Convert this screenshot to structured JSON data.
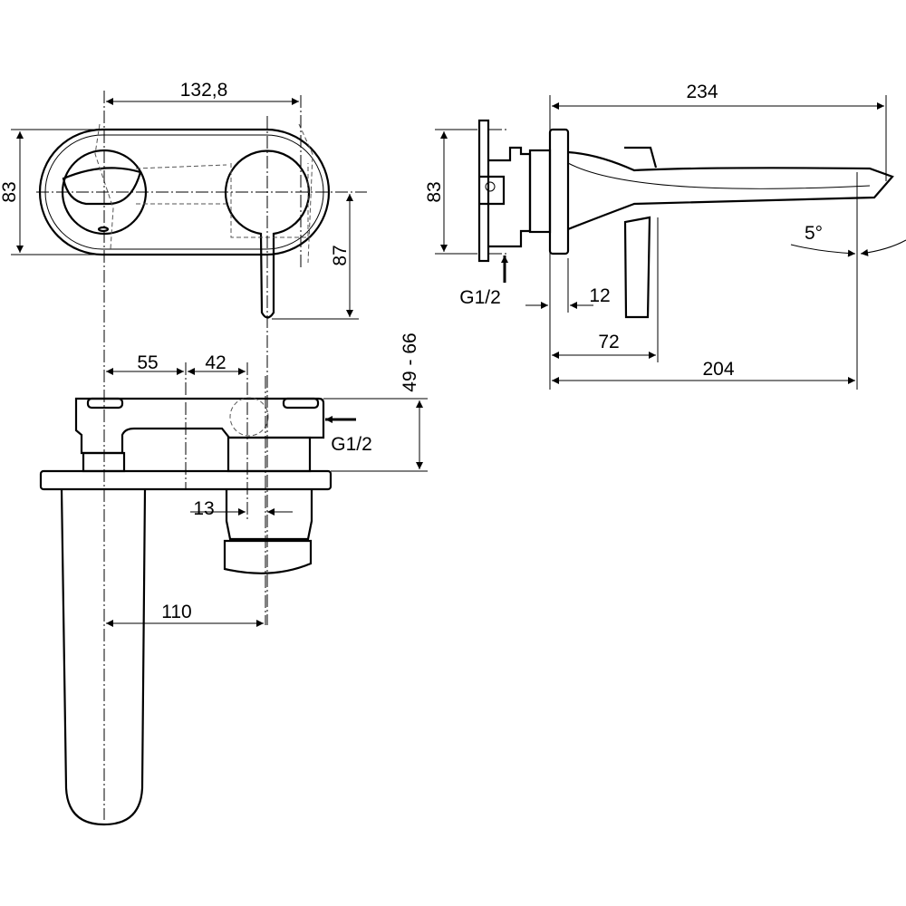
{
  "front_view": {
    "width_dim": "132,8",
    "height_dim": "83",
    "lever_dim": "87"
  },
  "side_view": {
    "projection_dim": "234",
    "height_dim": "83",
    "inlet_label": "G1/2",
    "plate_dim": "12",
    "lever_dim": "72",
    "spout_dim": "204",
    "angle_dim": "5°"
  },
  "top_view": {
    "spacing_left_dim": "55",
    "spacing_right_dim": "42",
    "depth_dim": "49 - 66",
    "inlet_label": "G1/2",
    "offset_dim": "13",
    "centers_dim": "110"
  }
}
